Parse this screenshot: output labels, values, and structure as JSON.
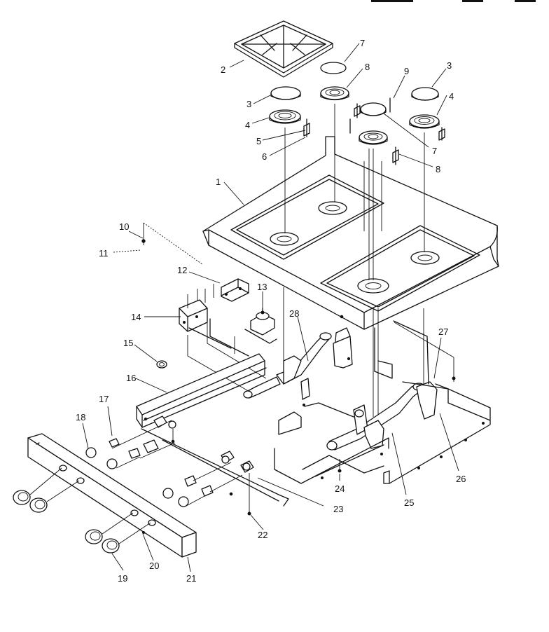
{
  "diagram": {
    "callouts": [
      "1",
      "2",
      "3",
      "3",
      "4",
      "4",
      "5",
      "6",
      "7",
      "7",
      "8",
      "8",
      "9",
      "10",
      "11",
      "12",
      "13",
      "14",
      "15",
      "16",
      "17",
      "18",
      "19",
      "20",
      "21",
      "22",
      "23",
      "24",
      "25",
      "26",
      "27",
      "28"
    ]
  }
}
